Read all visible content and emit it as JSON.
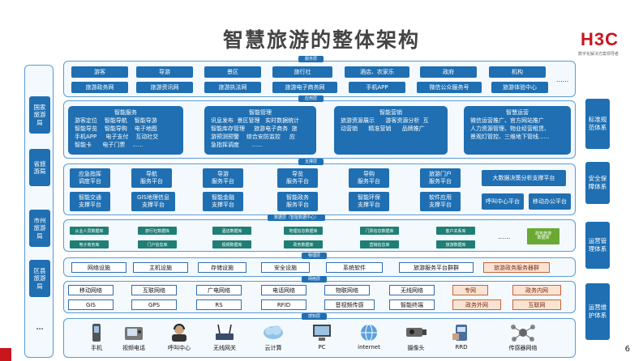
{
  "title": "智慧旅游的整体架构",
  "logo": {
    "brand": "H3C",
    "tagline": "数字化解决方案领导者"
  },
  "page_number": "6",
  "left_column": [
    "国家旅游局",
    "省旅游局",
    "市州旅游局",
    "区县旅游局",
    "..."
  ],
  "right_column": [
    "标准规范体系",
    "安全保障体系",
    "运营管理体系",
    "运营维护体系"
  ],
  "service_layer": {
    "tag": "服务层",
    "row1": [
      "游客",
      "导游",
      "景区",
      "旅行社",
      "酒店、农家乐",
      "政府",
      "机构"
    ],
    "row2": [
      "旅游政务网",
      "旅游资讯网",
      "旅游执法网",
      "旅游电子商务网",
      "手机APP",
      "微信公众服务号",
      "旅游体验中心"
    ],
    "more": "......"
  },
  "app_layer": {
    "tag": "应用层",
    "cards": [
      {
        "title": "智能服务",
        "body": "游客定位    智能导航    智能导游\n智能导览    智能导购    电子地图\n手机APP     电子支付    互动社交\n智能卡      电子门票    ......"
      },
      {
        "title": "智能管理",
        "body": "讯息发布  景区管理   实时数据统计\n智能库存管理     旅游电子商务  旅\n游预测预警    综合安防监控     应\n急指挥调度       ......"
      },
      {
        "title": "智能营销",
        "body": "旅游资源展示      游客资源分析  互\n动营销      精准营销      品牌推广"
      },
      {
        "title": "智慧运营",
        "body": "微信运营推广、官方网站推广\n人力资源管理、物业经营租赁、\n景观灯管控、三维地下管线......"
      }
    ]
  },
  "support_layer": {
    "tag": "支撑层",
    "row1": [
      "应急指挥\n调度平台",
      "导航\n服务平台",
      "导游\n服务平台",
      "导览\n服务平台",
      "导购\n服务平台",
      "旅游门户\n服务平台"
    ],
    "row1_wide": "大数据决策分析支撑平台",
    "row2": [
      "智能交通\n支撑平台",
      "GIS地理信息\n支撑平台",
      "智能金融\n支撑平台",
      "智能政务\n服务平台",
      "智能环保\n支撑平台",
      "软件应用\n支撑平台"
    ],
    "row2_extra": [
      "呼叫中心平台",
      "移动办公平台"
    ]
  },
  "data_layer": {
    "tag": "数据层（智能数据中心）",
    "row1": [
      "从业人员数据库",
      "旅行社数据库",
      "酒店数据库",
      "地理信息数据库",
      "门票信息数据库",
      "客户关系库"
    ],
    "row2": [
      "电子商务库",
      "门户信息库",
      "视频数据库",
      "政务数据库",
      "营销信息库",
      "旅游数据库"
    ],
    "more": "......",
    "extra": "政务旅游\n数据库"
  },
  "physical_layer": {
    "tag": "物理层",
    "items": [
      "网络设施",
      "主机设施",
      "存储设施",
      "安全设施",
      "系统软件",
      "旅游服务平台群群"
    ],
    "orange": "旅游政务服务器群"
  },
  "network_layer": {
    "tag": "网络层",
    "row1": [
      "移动网络",
      "互联网络",
      "广电网络",
      "电话网络",
      "物联网络",
      "无线网络"
    ],
    "row1_orange": [
      "专网",
      "政务内网"
    ],
    "row2": [
      "GIS",
      "GPS",
      "RS",
      "RFID",
      "音视频传感",
      "智能终端"
    ],
    "row2_orange": [
      "政务外网",
      "互联网"
    ]
  },
  "sense_layer": {
    "tag": "感知层",
    "devices": [
      "手机",
      "视频电话",
      "呼叫中心",
      "无线网关",
      "云计算",
      "PC",
      "internet",
      "摄像头",
      "RRD",
      "传感器网络"
    ]
  },
  "colors": {
    "blue": "#1f6fb2",
    "teal": "#1f7f74",
    "green": "#6aa932",
    "orange_fill": "#fbe3d4",
    "red": "#c8161d"
  }
}
